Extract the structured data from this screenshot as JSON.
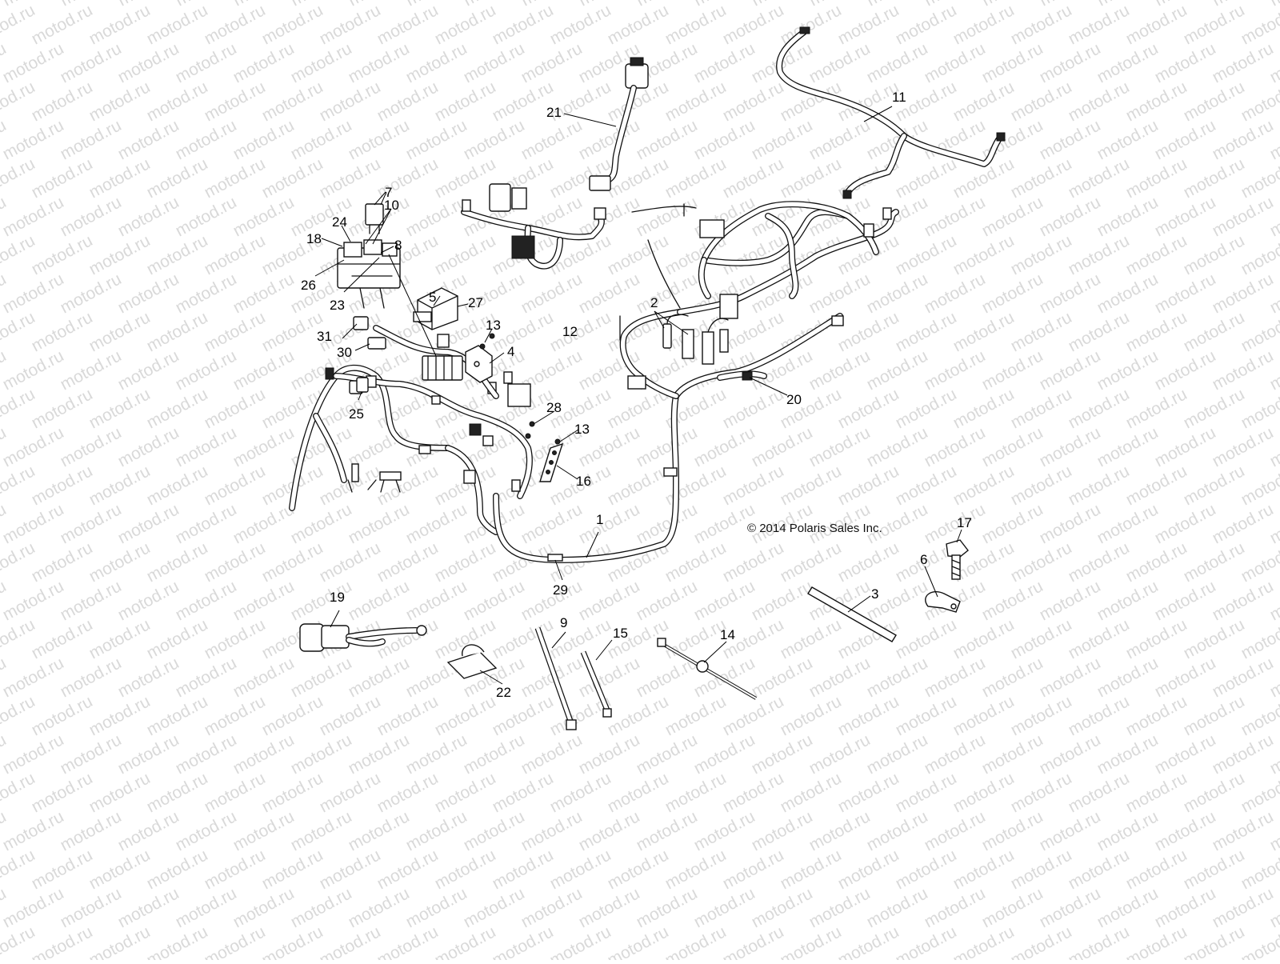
{
  "watermark": {
    "text": "motod.ru"
  },
  "copyright": "© 2014 Polaris Sales Inc.",
  "callouts": [
    {
      "id": "1"
    },
    {
      "id": "2"
    },
    {
      "id": "3"
    },
    {
      "id": "4"
    },
    {
      "id": "5"
    },
    {
      "id": "6"
    },
    {
      "id": "7"
    },
    {
      "id": "8"
    },
    {
      "id": "9"
    },
    {
      "id": "10"
    },
    {
      "id": "11"
    },
    {
      "id": "12"
    },
    {
      "id": "13a",
      "label": "13"
    },
    {
      "id": "13b",
      "label": "13"
    },
    {
      "id": "14"
    },
    {
      "id": "15"
    },
    {
      "id": "16"
    },
    {
      "id": "17"
    },
    {
      "id": "18"
    },
    {
      "id": "19"
    },
    {
      "id": "20"
    },
    {
      "id": "21"
    },
    {
      "id": "22"
    },
    {
      "id": "23"
    },
    {
      "id": "24"
    },
    {
      "id": "25"
    },
    {
      "id": "26"
    },
    {
      "id": "27"
    },
    {
      "id": "28"
    },
    {
      "id": "29"
    },
    {
      "id": "30"
    },
    {
      "id": "31"
    }
  ]
}
